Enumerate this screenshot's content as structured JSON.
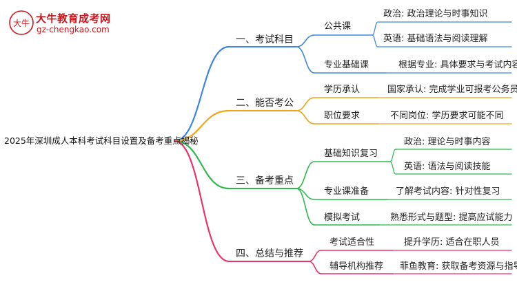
{
  "logo": {
    "name": "大牛教育成考网",
    "url": "gz-chengkao.com",
    "mark_text": "大牛"
  },
  "root": "2025年深圳成人本科考试科目设置及备考重点揭秘",
  "branches": [
    {
      "label": "一、考试科目",
      "color": "#3b86e0",
      "children": [
        {
          "label": "公共课",
          "leaves": [
            "政治: 政治理论与时事知识",
            "英语: 基础语法与阅读理解"
          ]
        },
        {
          "label": "专业基础课",
          "leaves": [
            "根据专业: 具体要求与考试内容"
          ]
        }
      ]
    },
    {
      "label": "二、能否考公",
      "color": "#f0a416",
      "children": [
        {
          "label": "学历承认",
          "leaves": [
            "国家承认: 完成学业可报考公务员"
          ]
        },
        {
          "label": "职位要求",
          "leaves": [
            "不同岗位: 学历要求可能不同"
          ]
        }
      ]
    },
    {
      "label": "三、备考重点",
      "color": "#2db84d",
      "children": [
        {
          "label": "基础知识复习",
          "leaves": [
            "政治: 理论与时事内容",
            "英语: 语法与阅读技能"
          ]
        },
        {
          "label": "专业课准备",
          "leaves": [
            "了解考试内容: 针对性复习"
          ]
        },
        {
          "label": "模拟考试",
          "leaves": [
            "熟悉形式与题型: 提高应试能力"
          ]
        }
      ]
    },
    {
      "label": "四、总结与推荐",
      "color": "#e8336a",
      "children": [
        {
          "label": "考试适合性",
          "leaves": [
            "提升学历: 适合在职人员"
          ]
        },
        {
          "label": "辅导机构推荐",
          "leaves": [
            "菲鱼教育: 获取备考资源与指导"
          ]
        }
      ]
    }
  ]
}
